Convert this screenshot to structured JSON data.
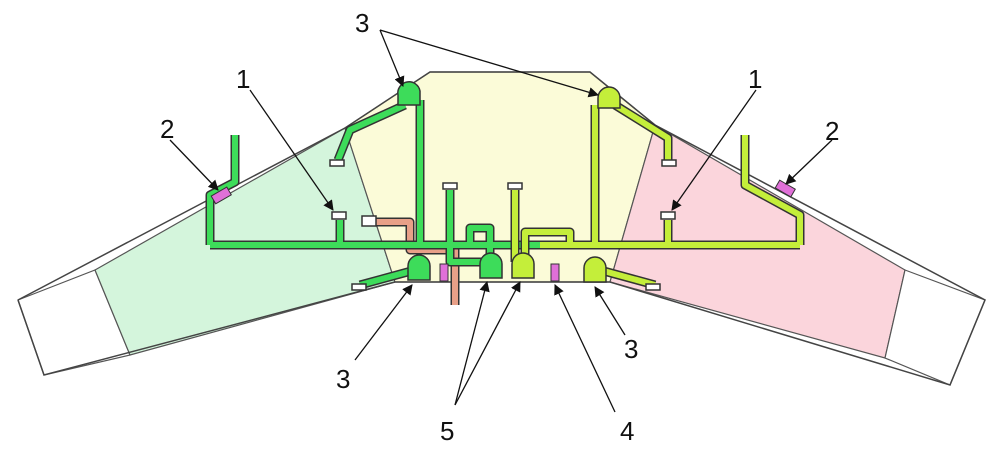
{
  "diagram": {
    "labels": {
      "one_left": "1",
      "one_right": "1",
      "two_left": "2",
      "two_right": "2",
      "three_top": "3",
      "three_bottom_left": "3",
      "three_bottom_right": "3",
      "four": "4",
      "five": "5"
    },
    "colors": {
      "left_wing": "#d4f5dc",
      "center_body": "#fbfbd8",
      "right_wing": "#fbd5dc",
      "pipe_left": "#3ddc5a",
      "pipe_right": "#c4ee3a",
      "pipe_center": "#e8a088",
      "valve": "#e070d8"
    }
  }
}
